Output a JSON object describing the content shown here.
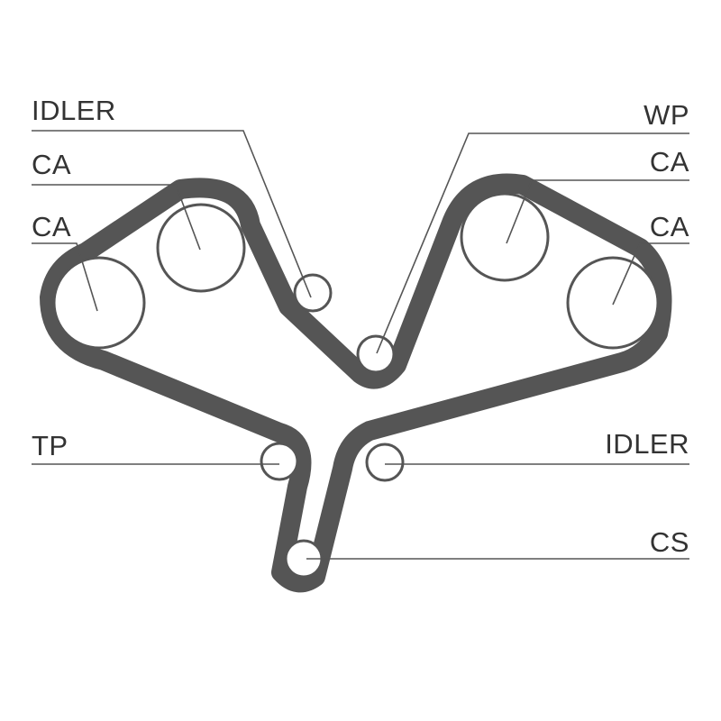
{
  "diagram": {
    "labels": {
      "idler_top": "IDLER",
      "ca_left_upper": "CA",
      "ca_left_lower": "CA",
      "tp": "TP",
      "wp": "WP",
      "ca_right_upper": "CA",
      "ca_right_lower": "CA",
      "idler_right": "IDLER",
      "cs": "CS"
    },
    "colors": {
      "belt": "#555555",
      "line": "#555555",
      "text": "#333333",
      "background": "#ffffff"
    }
  }
}
